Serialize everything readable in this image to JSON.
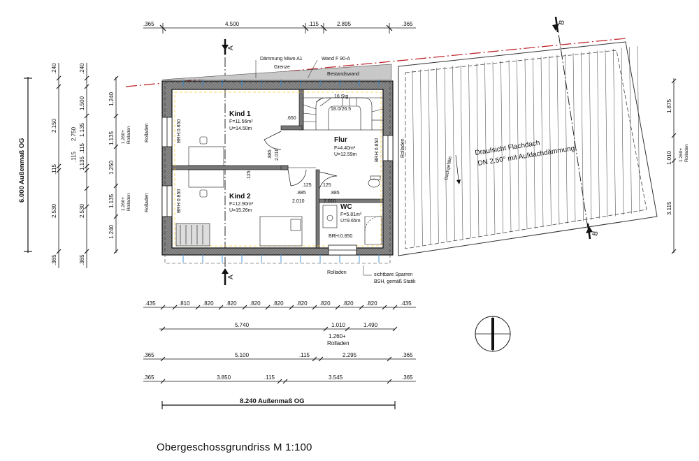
{
  "caption": "Obergeschossgrundriss  M 1:100",
  "section_labels": {
    "a": "A",
    "b": "B"
  },
  "rooms": [
    {
      "name": "Kind 1",
      "area": "F=11.56m²",
      "perimeter": "U=14.50m"
    },
    {
      "name": "Flur",
      "area": "F=4.40m²",
      "perimeter": "U=12.59m"
    },
    {
      "name": "Kind 2",
      "area": "F=12.90m²",
      "perimeter": "U=15.26m"
    },
    {
      "name": "WC",
      "area": "F=5.81m²",
      "perimeter": "U=9.65m"
    }
  ],
  "annotations": {
    "insulation": "Dämmung Miwo A1",
    "wall": "Wand F 90-A",
    "boundary": "Grenze",
    "existing_wall": "Bestandswand",
    "stairs": "16 Stg",
    "stair_ratio": "18.0/26.5",
    "flat_roof_1": "Draufsicht Flachdach",
    "flat_roof_2": "DN 2.50° mit Aufdachdämmung",
    "roof_slope": "Dachgefälle",
    "rafters_1": "sichtbare Sparren",
    "rafters_2": "BSH, gemäß Statik",
    "shutters": "Rolladen",
    "brh": "BRH:0.850",
    "width_outer": "8.240  Außenmaß OG",
    "height_outer": "6.000  Außenmaß OG",
    "shutter_dim": "1.260+"
  },
  "door_dims": {
    "d650": ".650",
    "d885a": ".885",
    "d2010a": "2.010",
    "d125a": ".125",
    "d125b": ".125",
    "d125c": ".125",
    "d885b": ".885",
    "d885c": ".885",
    "d2010b": "2.010",
    "d2010c": "2.010",
    "d850": "BRH:0.850"
  },
  "dims_top": [
    ".365",
    "4.500",
    ".115",
    "2.895",
    ".365"
  ],
  "dims_bottom_1": [
    ".435",
    ".810",
    ".820",
    ".820",
    ".820",
    ".820",
    ".820",
    ".820",
    ".820",
    ".820",
    ".435"
  ],
  "dims_bottom_2": [
    "5.740",
    "1.010",
    "1.490"
  ],
  "dims_bottom_3": [
    ".365",
    "5.100",
    ".115",
    "2.295",
    ".365"
  ],
  "dims_bottom_4": [
    ".365",
    "3.850",
    ".115",
    "3.545",
    ".365"
  ],
  "dims_left_1": [
    ".240",
    "2.150",
    ".115",
    "2.530",
    ".365"
  ],
  "dims_left_2": [
    ".240",
    "1.500",
    "2.750",
    ".115",
    "1.135",
    ".115",
    "1.135",
    "2.530",
    ".365"
  ],
  "dims_left_3": [
    "1.240",
    "1.135",
    "1.250",
    "1.135",
    "1.240"
  ],
  "dims_right": [
    "1.875",
    "1.010",
    "3.115"
  ]
}
